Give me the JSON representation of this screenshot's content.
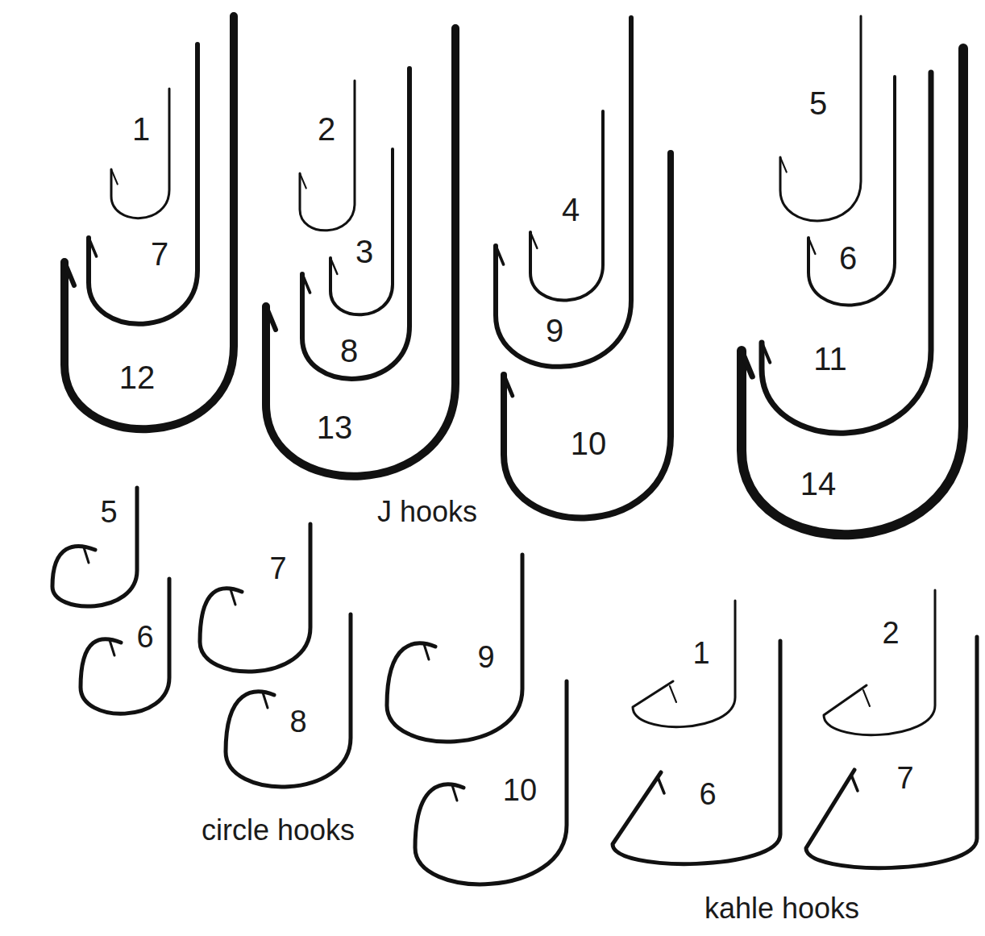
{
  "diagram": {
    "labels": [
      "1",
      "2",
      "5",
      "7",
      "3",
      "4",
      "6",
      "12",
      "8",
      "9",
      "11",
      "13",
      "10",
      "14",
      "J hooks",
      "5",
      "6",
      "7",
      "8",
      "9",
      "10",
      "circle hooks",
      "1",
      "2",
      "6",
      "7",
      "kahle hooks"
    ]
  }
}
